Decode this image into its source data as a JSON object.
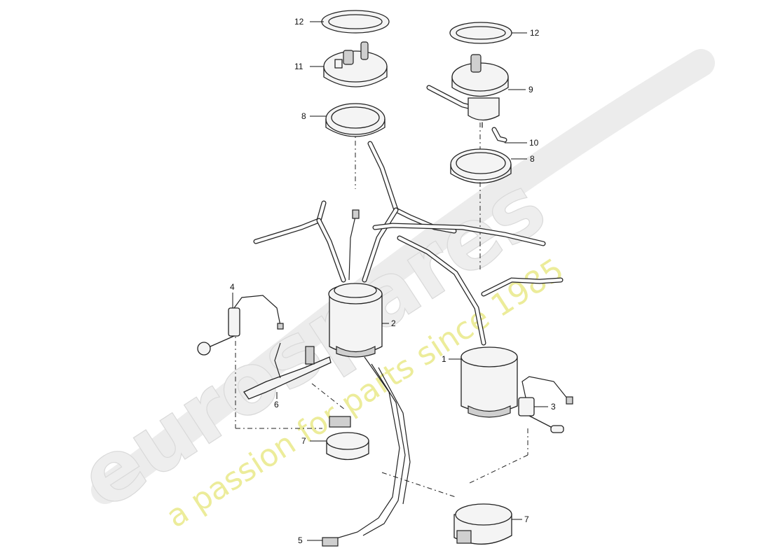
{
  "watermark": {
    "brand": "eurospares",
    "tagline": "a passion for parts since 1985"
  },
  "callouts": [
    {
      "id": "12",
      "side": "left"
    },
    {
      "id": "11",
      "side": "left"
    },
    {
      "id": "8",
      "side": "left"
    },
    {
      "id": "12",
      "side": "right"
    },
    {
      "id": "9",
      "side": "right"
    },
    {
      "id": "10",
      "side": "right"
    },
    {
      "id": "8",
      "side": "right"
    },
    {
      "id": "4",
      "side": "top"
    },
    {
      "id": "2",
      "side": "right"
    },
    {
      "id": "1",
      "side": "left"
    },
    {
      "id": "6",
      "side": "bottom"
    },
    {
      "id": "3",
      "side": "right"
    },
    {
      "id": "7",
      "side": "left"
    },
    {
      "id": "7",
      "side": "right"
    },
    {
      "id": "5",
      "side": "left"
    }
  ]
}
